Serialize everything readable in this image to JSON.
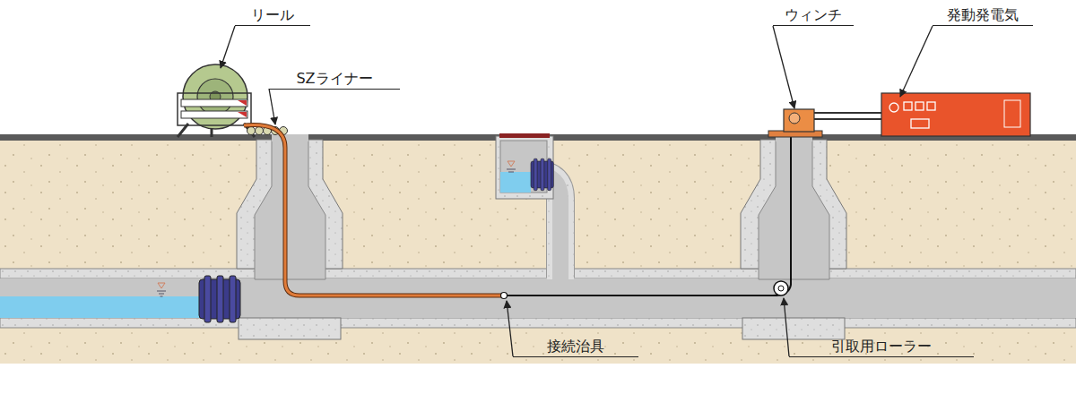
{
  "diagram": {
    "labels": [
      "リール",
      "SZライナー",
      "ウィンチ",
      "発動発電気",
      "接続治具",
      "引取用ローラー"
    ]
  }
}
